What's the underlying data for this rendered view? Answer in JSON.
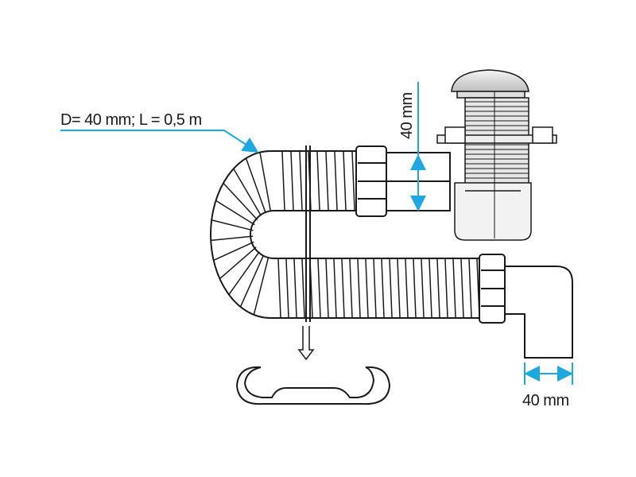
{
  "diagram": {
    "hose_label": "D= 40 mm; L = 0,5 m",
    "inlet_dimension": "40 mm",
    "outlet_dimension": "40 mm"
  },
  "colors": {
    "accent": "#1ea7e1",
    "line": "#1a1a1a",
    "fill": "#ffffff",
    "shade": "#d9d9d9"
  }
}
